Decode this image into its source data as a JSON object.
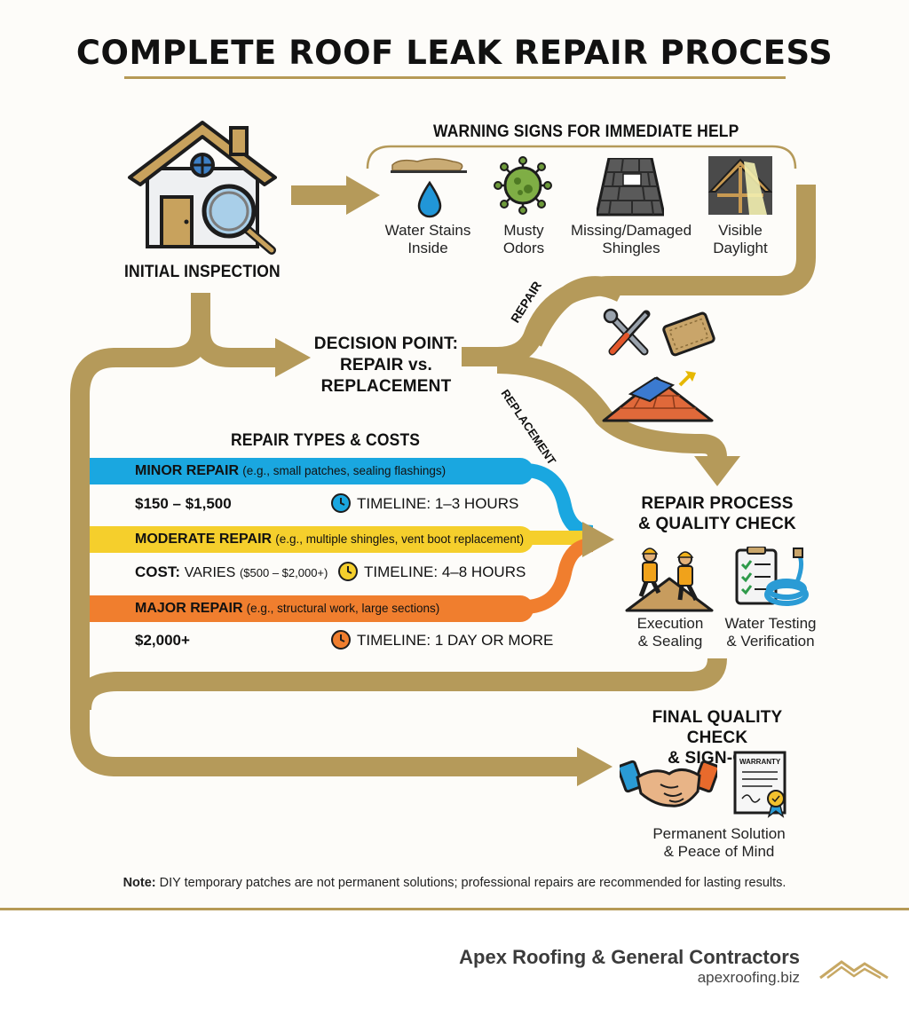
{
  "title": "COMPLETE ROOF LEAK REPAIR PROCESS",
  "initial_inspection": {
    "label": "INITIAL INSPECTION"
  },
  "warning_signs": {
    "heading": "WARNING SIGNS FOR IMMEDIATE HELP",
    "items": [
      {
        "line1": "Water Stains",
        "line2": "Inside",
        "icon": "water-stain-icon"
      },
      {
        "line1": "Musty",
        "line2": "Odors",
        "icon": "mold-spore-icon"
      },
      {
        "line1": "Missing/Damaged",
        "line2": "Shingles",
        "icon": "damaged-shingles-icon"
      },
      {
        "line1": "Visible",
        "line2": "Daylight",
        "icon": "attic-daylight-icon"
      }
    ]
  },
  "decision": {
    "line1": "DECISION POINT:",
    "line2": "REPAIR vs.",
    "line3": "REPLACEMENT",
    "branch_repair": "REPAIR",
    "branch_replacement": "REPLACEMENT"
  },
  "repair_types": {
    "heading": "REPAIR TYPES & COSTS",
    "rows": [
      {
        "name": "MINOR REPAIR",
        "example": "(e.g., small patches, sealing flashings)",
        "cost": "$150 – $1,500",
        "timeline": "TIMELINE: 1–3 HOURS",
        "color": "#1aa7e0"
      },
      {
        "name": "MODERATE REPAIR",
        "example": "(e.g., multiple shingles, vent boot replacement)",
        "cost_label": "COST:",
        "cost_value": "VARIES",
        "cost_range": "($500 – $2,000+)",
        "timeline": "TIMELINE: 4–8 HOURS",
        "color": "#f5cf2c"
      },
      {
        "name": "MAJOR REPAIR",
        "example": "(e.g., structural work, large sections)",
        "cost": "$2,000+",
        "timeline": "TIMELINE: 1 DAY OR MORE",
        "color": "#f07e2e"
      }
    ]
  },
  "repair_process": {
    "line1": "REPAIR PROCESS",
    "line2": "& QUALITY CHECK",
    "steps": [
      {
        "line1": "Execution",
        "line2": "& Sealing"
      },
      {
        "line1": "Water Testing",
        "line2": "& Verification"
      }
    ]
  },
  "final_check": {
    "line1": "FINAL QUALITY CHECK",
    "line2": "& SIGN-OFF",
    "warranty_label": "WARRANTY",
    "result_line1": "Permanent Solution",
    "result_line2": "& Peace of Mind"
  },
  "note": {
    "label": "Note:",
    "text": " DIY temporary patches are not permanent solutions; professional repairs are recommended for lasting results."
  },
  "footer": {
    "company": "Apex Roofing & General Contractors",
    "website": "apexroofing.biz"
  },
  "colors": {
    "flow": "#b59a5a",
    "accent_gold": "#b69a56",
    "minor": "#1aa7e0",
    "moderate": "#f5cf2c",
    "major": "#f07e2e"
  }
}
